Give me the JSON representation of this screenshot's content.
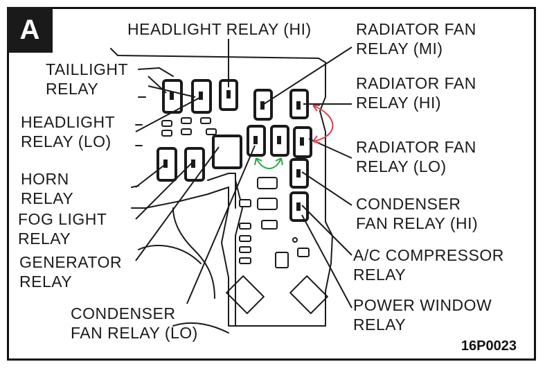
{
  "panel_tag": "A",
  "figure_code": "16P0023",
  "labels": {
    "headlight_hi": "HEADLIGHT RELAY (HI)",
    "taillight": [
      "TAILLIGHT",
      "RELAY"
    ],
    "headlight_lo": [
      "HEADLIGHT",
      "RELAY (LO)"
    ],
    "horn": [
      "HORN",
      "RELAY"
    ],
    "fog": [
      "FOG LIGHT",
      "RELAY"
    ],
    "generator": [
      "GENERATOR",
      "RELAY"
    ],
    "condenser_lo": [
      "CONDENSER",
      "FAN RELAY (LO)"
    ],
    "radiator_mi": [
      "RADIATOR   FAN",
      "RELAY (MI)"
    ],
    "radiator_hi": [
      "RADIATOR   FAN",
      "RELAY (HI)"
    ],
    "radiator_lo": [
      "RADIATOR   FAN",
      "RELAY (LO)"
    ],
    "condenser_hi": [
      "CONDENSER",
      "FAN RELAY (HI)"
    ],
    "ac_compressor": [
      "A/C COMPRESSOR",
      "RELAY"
    ],
    "power_window": [
      "POWER   WINDOW",
      "RELAY"
    ]
  },
  "colors": {
    "highlight_red": "#e0404a",
    "highlight_green": "#2aa84a",
    "ink": "#1a1a1a"
  }
}
